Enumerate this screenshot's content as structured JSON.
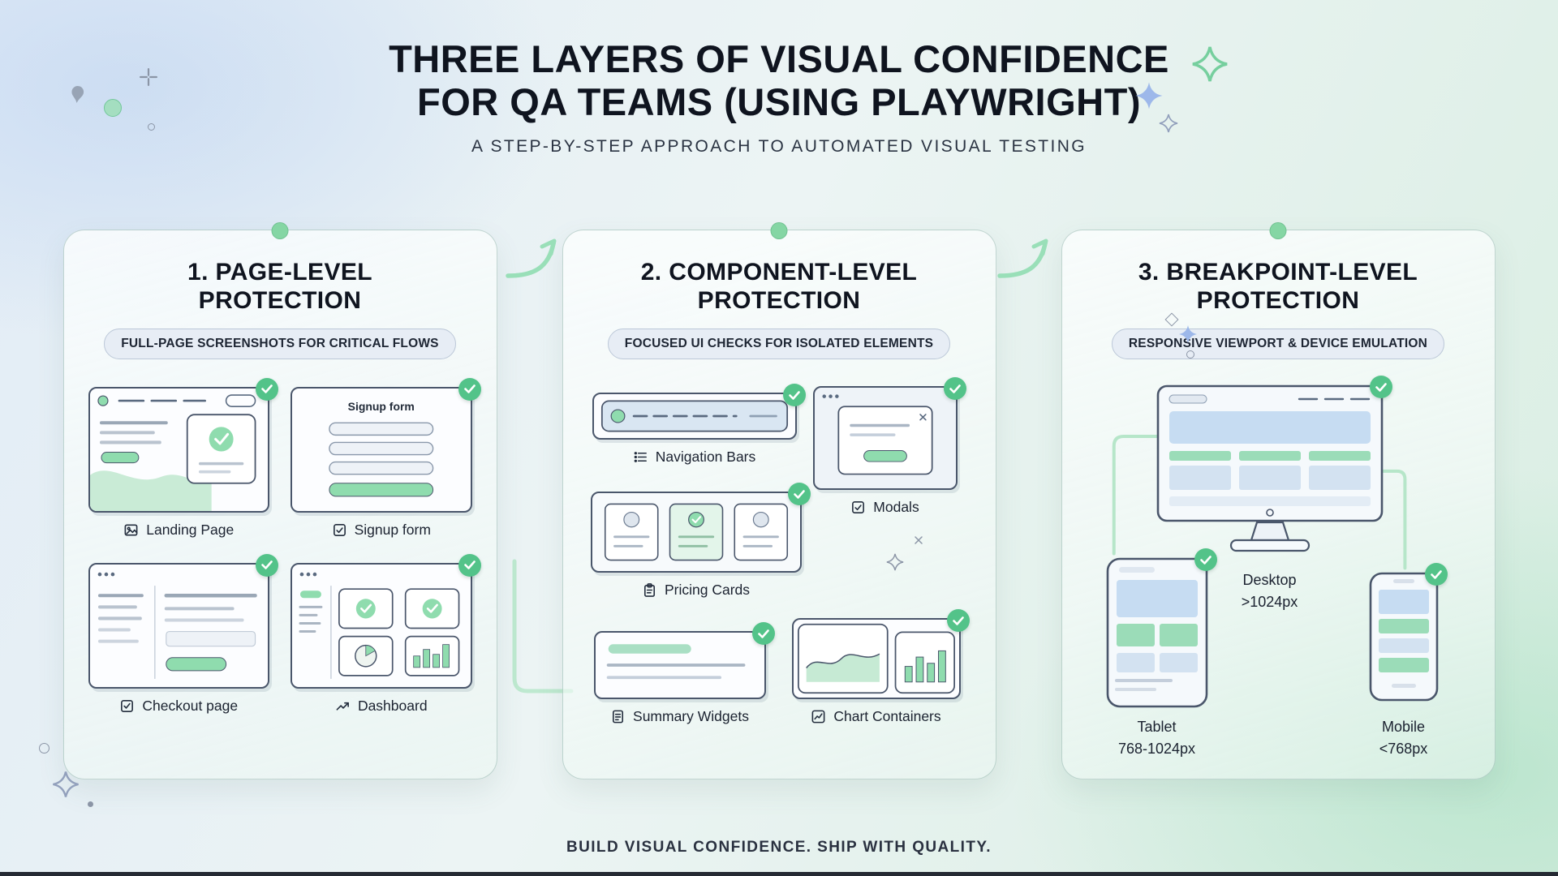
{
  "header": {
    "title_line1": "THREE LAYERS OF VISUAL CONFIDENCE",
    "title_line2": "FOR QA TEAMS (USING PLAYWRIGHT)",
    "subtitle": "A STEP-BY-STEP APPROACH TO AUTOMATED VISUAL TESTING"
  },
  "cards": [
    {
      "heading_line1": "1. PAGE-LEVEL",
      "heading_line2": "PROTECTION",
      "pill": "FULL-PAGE SCREENSHOTS FOR CRITICAL FLOWS",
      "items": [
        {
          "label": "Landing Page",
          "icon": "image-icon"
        },
        {
          "label": "Signup form",
          "icon": "checkbox-icon"
        },
        {
          "label": "Checkout page",
          "icon": "task-check-icon"
        },
        {
          "label": "Dashboard",
          "icon": "trend-up-icon"
        }
      ],
      "mock": {
        "signup_heading": "Signup form"
      }
    },
    {
      "heading_line1": "2. COMPONENT-LEVEL",
      "heading_line2": "PROTECTION",
      "pill": "FOCUSED UI CHECKS FOR ISOLATED ELEMENTS",
      "items": [
        {
          "label": "Navigation Bars",
          "icon": "list-icon"
        },
        {
          "label": "Modals",
          "icon": "checkbox-icon"
        },
        {
          "label": "Pricing Cards",
          "icon": "clipboard-icon"
        },
        {
          "label": "Summary Widgets",
          "icon": "document-icon"
        },
        {
          "label": "Chart Containers",
          "icon": "line-chart-icon"
        }
      ]
    },
    {
      "heading_line1": "3. BREAKPOINT-LEVEL",
      "heading_line2": "PROTECTION",
      "pill": "RESPONSIVE VIEWPORT & DEVICE EMULATION",
      "devices": [
        {
          "label": "Desktop",
          "range": ">1024px"
        },
        {
          "label": "Tablet",
          "range": "768-1024px"
        },
        {
          "label": "Mobile",
          "range": "<768px"
        }
      ]
    }
  ],
  "footer": {
    "text": "BUILD VISUAL CONFIDENCE. SHIP WITH QUALITY."
  },
  "colors": {
    "accent_green": "#53c389",
    "mint": "#8fdcae",
    "light_mint": "#c9ebd6",
    "sky_blue": "#c6dcf2",
    "pill_bg": "#e7edf5",
    "ink": "#0f141f"
  },
  "decorations": [
    "plus-sparkle-icon",
    "teardrop-icon",
    "green-dot-icon",
    "four-point-star-icon",
    "circle-outline-icon",
    "diamond-outline-icon",
    "cross-sparkle-icon"
  ]
}
